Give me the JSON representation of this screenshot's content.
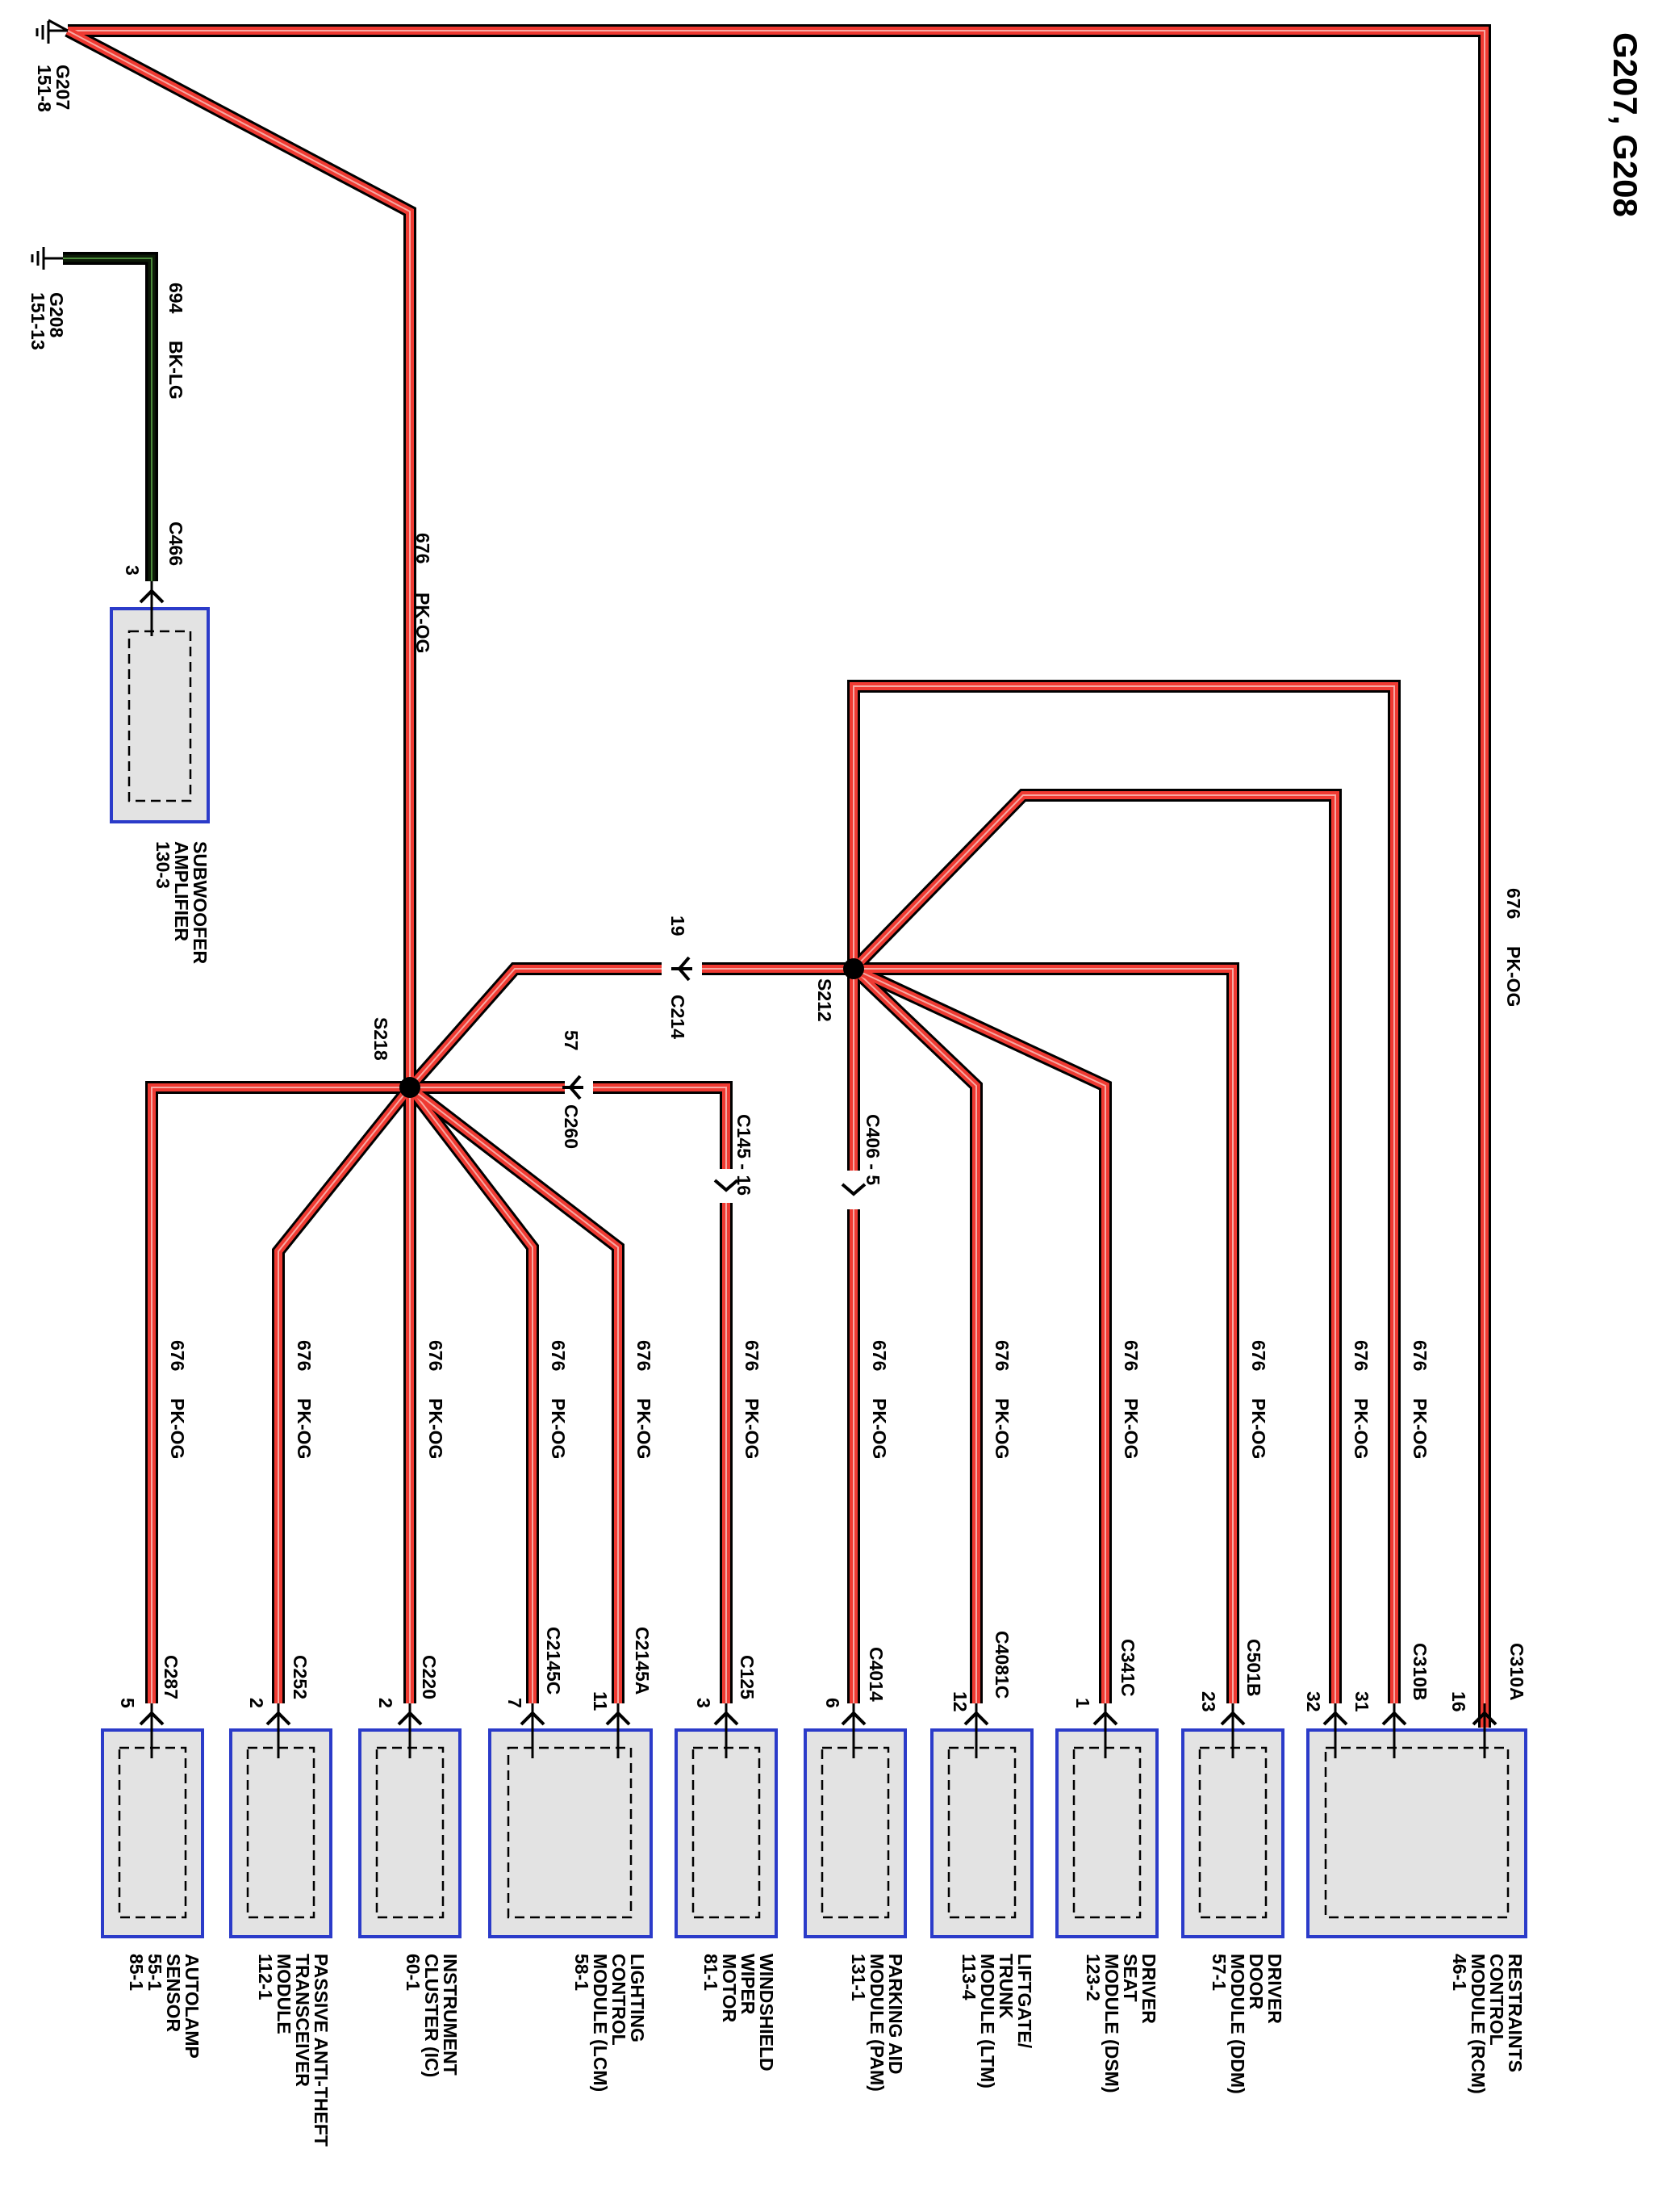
{
  "title": "G207, G208",
  "colors": {
    "wire_pk_og": "#ef3a32",
    "wire_bk_lg": "#0d1a08",
    "module_fill": "#e3e3e3",
    "module_border": "#2b3bc9"
  },
  "grounds": [
    {
      "id": "G207",
      "ref": "151-8"
    },
    {
      "id": "G208",
      "ref": "151-13"
    }
  ],
  "wires": {
    "pk_og": {
      "circuit": "676",
      "color": "PK-OG"
    },
    "bk_lg": {
      "circuit": "694",
      "color": "BK-LG"
    }
  },
  "splices": [
    "S218",
    "S212"
  ],
  "inline_connectors": [
    {
      "name": "C214",
      "pin": "19"
    },
    {
      "name": "C260",
      "pin": "57"
    },
    {
      "name": "C145 - 16"
    },
    {
      "name": "C406 - 5"
    }
  ],
  "modules": [
    {
      "key": "subwoofer",
      "label": [
        "SUBWOOFER",
        "AMPLIFIER",
        "130-3"
      ],
      "connector": "C466",
      "pins": [
        "3"
      ]
    },
    {
      "key": "autolamp",
      "label": [
        "AUTOLAMP",
        "SENSOR",
        "55-1",
        "85-1"
      ],
      "connector": "C287",
      "pins": [
        "5"
      ]
    },
    {
      "key": "pats",
      "label": [
        "PASSIVE ANTI-THEFT",
        "TRANSCEIVER",
        "MODULE",
        "112-1"
      ],
      "connector": "C252",
      "pins": [
        "2"
      ]
    },
    {
      "key": "ic",
      "label": [
        "INSTRUMENT",
        "CLUSTER (IC)",
        "60-1"
      ],
      "connector": "C220",
      "pins": [
        "2"
      ]
    },
    {
      "key": "lcm",
      "label": [
        "LIGHTING",
        "CONTROL",
        "MODULE (LCM)",
        "58-1"
      ],
      "connectors": [
        "C2145C",
        "C2145A"
      ],
      "pins": [
        "7",
        "11"
      ]
    },
    {
      "key": "wiper",
      "label": [
        "WINDSHIELD",
        "WIPER",
        "MOTOR",
        "81-1"
      ],
      "connector": "C125",
      "pins": [
        "3"
      ]
    },
    {
      "key": "pam",
      "label": [
        "PARKING AID",
        "MODULE (PAM)",
        "131-1"
      ],
      "connector": "C4014",
      "pins": [
        "6"
      ]
    },
    {
      "key": "ltm",
      "label": [
        "LIFTGATE/",
        "TRUNK",
        "MODULE (LTM)",
        "113-4"
      ],
      "connector": "C4081C",
      "pins": [
        "12"
      ]
    },
    {
      "key": "dsm",
      "label": [
        "DRIVER",
        "SEAT",
        "MODULE (DSM)",
        "123-2"
      ],
      "connector": "C341C",
      "pins": [
        "1"
      ]
    },
    {
      "key": "ddm",
      "label": [
        "DRIVER",
        "DOOR",
        "MODULE (DDM)",
        "57-1"
      ],
      "connector": "C501B",
      "pins": [
        "23"
      ]
    },
    {
      "key": "rcm",
      "label": [
        "RESTRAINTS",
        "CONTROL",
        "MODULE (RCM)",
        "46-1"
      ],
      "connectors": [
        "C310B",
        "C310A"
      ],
      "pins": [
        "32",
        "31",
        "16"
      ]
    }
  ]
}
